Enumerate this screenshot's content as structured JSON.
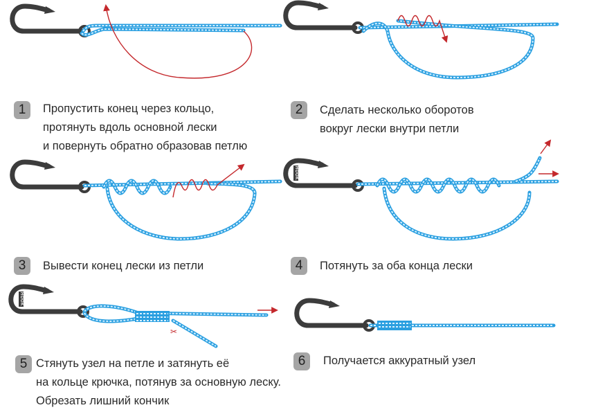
{
  "title": "Fishing knot tying steps",
  "colors": {
    "line": "#2a9fe0",
    "arrow": "#c4282c",
    "hook": "#3c3c3c",
    "badge": "#a5a5a5"
  },
  "hook_label": "HOOK",
  "steps": [
    {
      "number": "1",
      "lines": [
        "Пропустить конец через кольцо,",
        "протянуть вдоль основной лески",
        "и повернуть обратно образовав петлю"
      ]
    },
    {
      "number": "2",
      "lines": [
        "Сделать несколько оборотов",
        "вокруг лески внутри петли"
      ]
    },
    {
      "number": "3",
      "lines": [
        "Вывести конец лески из петли"
      ]
    },
    {
      "number": "4",
      "lines": [
        "Потянуть за оба конца лески"
      ]
    },
    {
      "number": "5",
      "lines": [
        "Стянуть узел на петле и затянуть её",
        "на кольце крючка, потянув за основную леску.",
        "Обрезать лишний кончик"
      ]
    },
    {
      "number": "6",
      "lines": [
        "Получается аккуратный узел"
      ]
    }
  ]
}
